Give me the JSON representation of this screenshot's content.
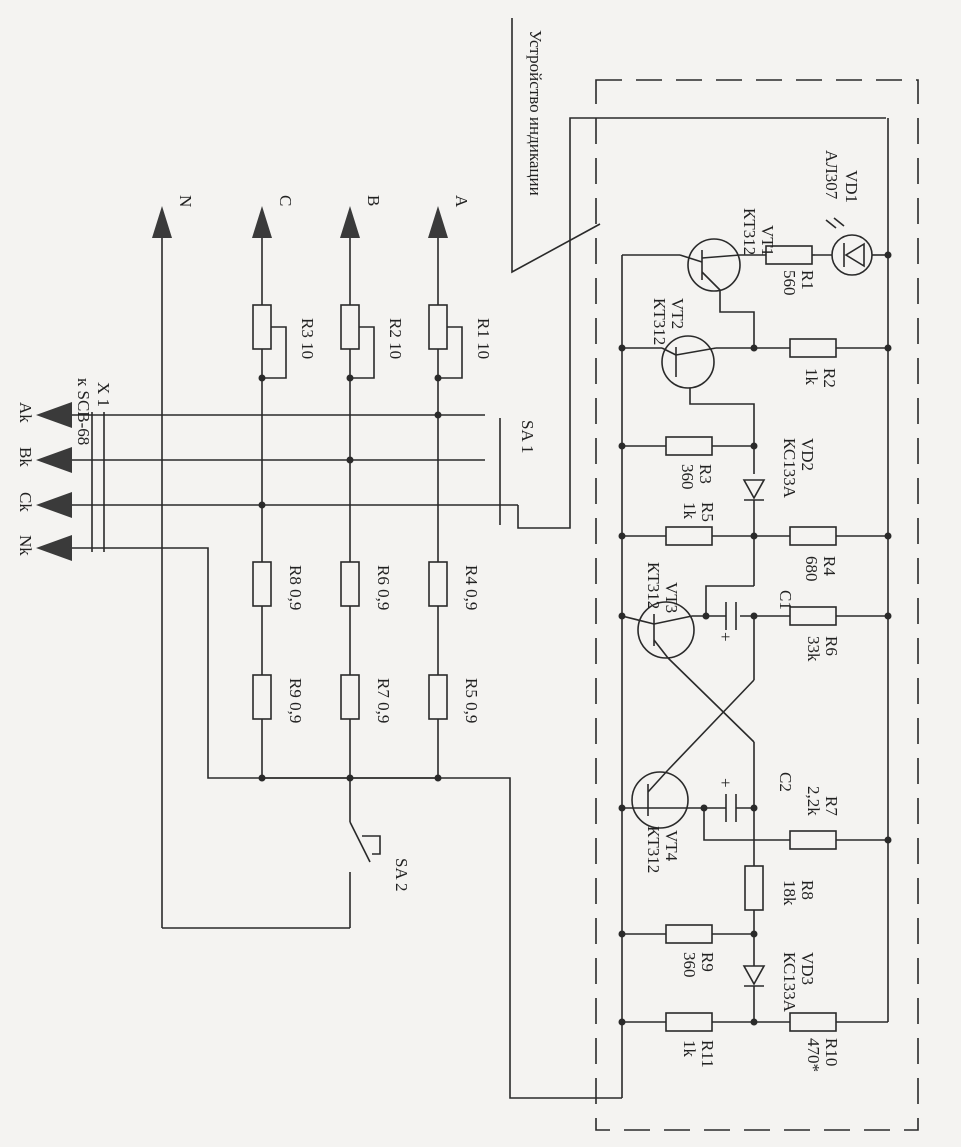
{
  "title": "Устройство индикации",
  "connector": {
    "name": "X 1",
    "target": "к SCB-68"
  },
  "phases": [
    "A",
    "B",
    "C",
    "N"
  ],
  "outputs": [
    "Ak",
    "Bk",
    "Ck",
    "Nk"
  ],
  "switches": {
    "sa1": "SA 1",
    "sa2": "SA 2"
  },
  "left_resistors": {
    "R1": "R1  10",
    "R2": "R2  10",
    "R3": "R3  10",
    "R4": "R4  0,9",
    "R5": "R5  0,9",
    "R6": "R6  0,9",
    "R7": "R7  0,9",
    "R8": "R8  0,9",
    "R9": "R9  0,9"
  },
  "components": {
    "VD1": {
      "name": "VD1",
      "type": "АЛ307"
    },
    "VT1": {
      "name": "VT1",
      "type": "КТ312"
    },
    "VT2": {
      "name": "VT2",
      "type": "КТ312"
    },
    "VT3": {
      "name": "VT3",
      "type": "КТ312"
    },
    "VT4": {
      "name": "VT4",
      "type": "КТ312"
    },
    "VD2": {
      "name": "VD2",
      "type": "КС133А"
    },
    "VD3": {
      "name": "VD3",
      "type": "КС133А"
    },
    "R1": {
      "name": "R1",
      "value": "560"
    },
    "R2": {
      "name": "R2",
      "value": "1k"
    },
    "R3": {
      "name": "R3",
      "value": "360"
    },
    "R4": {
      "name": "R4",
      "value": "680"
    },
    "R5": {
      "name": "R5",
      "value": "1k"
    },
    "R6": {
      "name": "R6",
      "value": "33k"
    },
    "R7": {
      "name": "R7",
      "value": "2,2k"
    },
    "R8": {
      "name": "R8",
      "value": "18k"
    },
    "R9": {
      "name": "R9",
      "value": "360"
    },
    "R10": {
      "name": "R10",
      "value": "470*"
    },
    "R11": {
      "name": "R11",
      "value": "1k"
    },
    "C1": {
      "name": "C1"
    },
    "C2": {
      "name": "C2"
    }
  },
  "plus_sign": "+"
}
